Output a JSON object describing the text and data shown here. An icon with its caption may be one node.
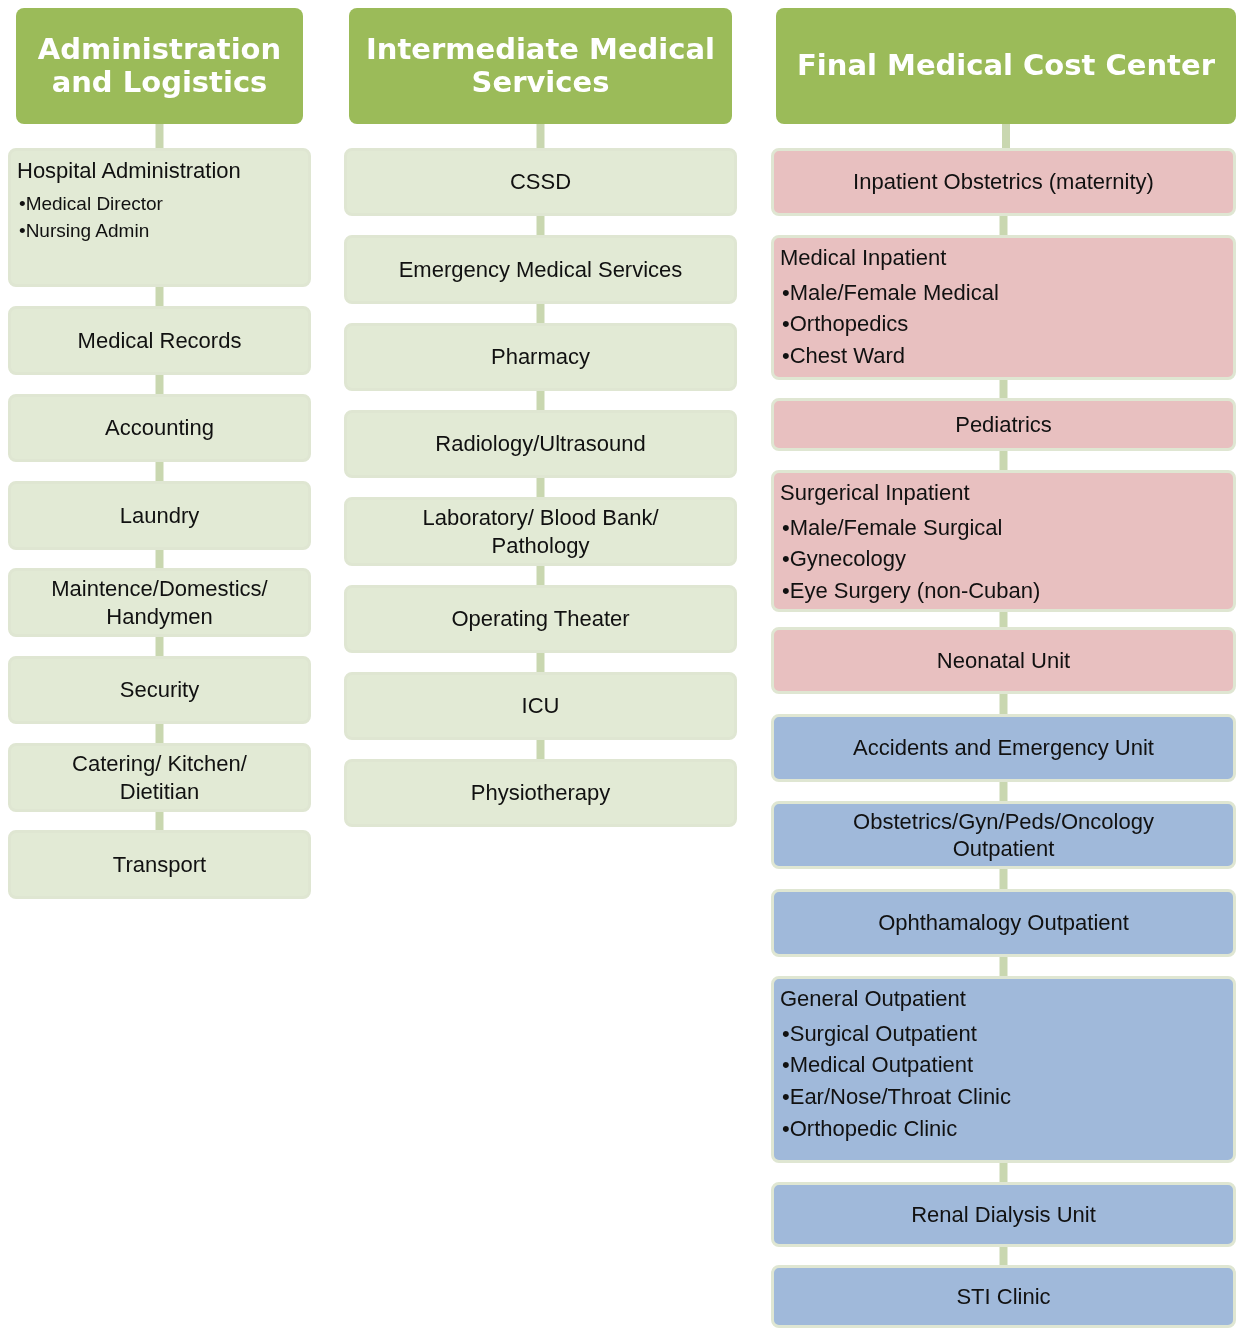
{
  "diagram": {
    "nodes": [
      {
        "text": [
          "Administration and Logistics"
        ]
      },
      {
        "text": [
          "Hospital Administration",
          "•Medical Director",
          "•Nursing Admin"
        ]
      },
      {
        "text": [
          "Medical Records"
        ]
      },
      {
        "text": [
          "Accounting"
        ]
      },
      {
        "text": [
          "Laundry"
        ]
      },
      {
        "text": [
          "Maintence/Domestics/ Handymen"
        ]
      },
      {
        "text": [
          "Security"
        ]
      },
      {
        "text": [
          "Catering/ Kitchen/ Dietitian"
        ]
      },
      {
        "text": [
          "Transport"
        ]
      },
      {
        "text": [
          "Intermediate Medical Services"
        ]
      },
      {
        "text": [
          "CSSD"
        ]
      },
      {
        "text": [
          "Emergency Medical Services"
        ]
      },
      {
        "text": [
          "Pharmacy"
        ]
      },
      {
        "text": [
          "Radiology/Ultrasound"
        ]
      },
      {
        "text": [
          "Laboratory/ Blood Bank/ Pathology"
        ]
      },
      {
        "text": [
          "Operating Theater"
        ]
      },
      {
        "text": [
          "ICU"
        ]
      },
      {
        "text": [
          "Physiotherapy"
        ]
      },
      {
        "text": [
          "Final Medical Cost Center"
        ]
      },
      {
        "text": [
          "Inpatient Obstetrics (maternity)"
        ]
      },
      {
        "text": [
          "Medical Inpatient",
          "•Male/Female Medical",
          "•Orthopedics",
          "•Chest Ward"
        ]
      },
      {
        "text": [
          "Pediatrics"
        ]
      },
      {
        "text": [
          "Surgerical Inpatient",
          "•Male/Female Surgical",
          "•Gynecology",
          "•Eye Surgery (non-Cuban)"
        ]
      },
      {
        "text": [
          "Neonatal Unit"
        ]
      },
      {
        "text": [
          "Accidents and Emergency Unit"
        ]
      },
      {
        "text": [
          "Obstetrics/Gyn/Peds/Oncology Outpatient"
        ]
      },
      {
        "text": [
          "Ophthamalogy Outpatient"
        ]
      },
      {
        "text": [
          "General Outpatient",
          "•Surgical Outpatient",
          "•Medical Outpatient",
          "•Ear/Nose/Throat Clinic",
          "•Orthopedic Clinic"
        ]
      },
      {
        "text": [
          "Renal Dialysis Unit"
        ]
      },
      {
        "text": [
          "STI Clinic"
        ]
      }
    ],
    "edges": [
      {
        "from": 0,
        "to": 1,
        "arrow": "none"
      },
      {
        "from": 1,
        "to": 2,
        "arrow": "none"
      },
      {
        "from": 2,
        "to": 3,
        "arrow": "none"
      },
      {
        "from": 3,
        "to": 4,
        "arrow": "none"
      },
      {
        "from": 4,
        "to": 5,
        "arrow": "none"
      },
      {
        "from": 5,
        "to": 6,
        "arrow": "none"
      },
      {
        "from": 6,
        "to": 7,
        "arrow": "none"
      },
      {
        "from": 7,
        "to": 8,
        "arrow": "none"
      },
      {
        "from": 9,
        "to": 10,
        "arrow": "none"
      },
      {
        "from": 10,
        "to": 11,
        "arrow": "none"
      },
      {
        "from": 11,
        "to": 12,
        "arrow": "none"
      },
      {
        "from": 12,
        "to": 13,
        "arrow": "none"
      },
      {
        "from": 13,
        "to": 14,
        "arrow": "none"
      },
      {
        "from": 14,
        "to": 15,
        "arrow": "none"
      },
      {
        "from": 15,
        "to": 16,
        "arrow": "none"
      },
      {
        "from": 16,
        "to": 17,
        "arrow": "none"
      },
      {
        "from": 18,
        "to": 19,
        "arrow": "none"
      },
      {
        "from": 19,
        "to": 20,
        "arrow": "none"
      },
      {
        "from": 20,
        "to": 21,
        "arrow": "none"
      },
      {
        "from": 21,
        "to": 22,
        "arrow": "none"
      },
      {
        "from": 22,
        "to": 23,
        "arrow": "none"
      },
      {
        "from": 23,
        "to": 24,
        "arrow": "none"
      },
      {
        "from": 24,
        "to": 25,
        "arrow": "none"
      },
      {
        "from": 25,
        "to": 26,
        "arrow": "none"
      },
      {
        "from": 26,
        "to": 27,
        "arrow": "none"
      },
      {
        "from": 27,
        "to": 28,
        "arrow": "none"
      },
      {
        "from": 28,
        "to": 29,
        "arrow": "none"
      }
    ]
  }
}
